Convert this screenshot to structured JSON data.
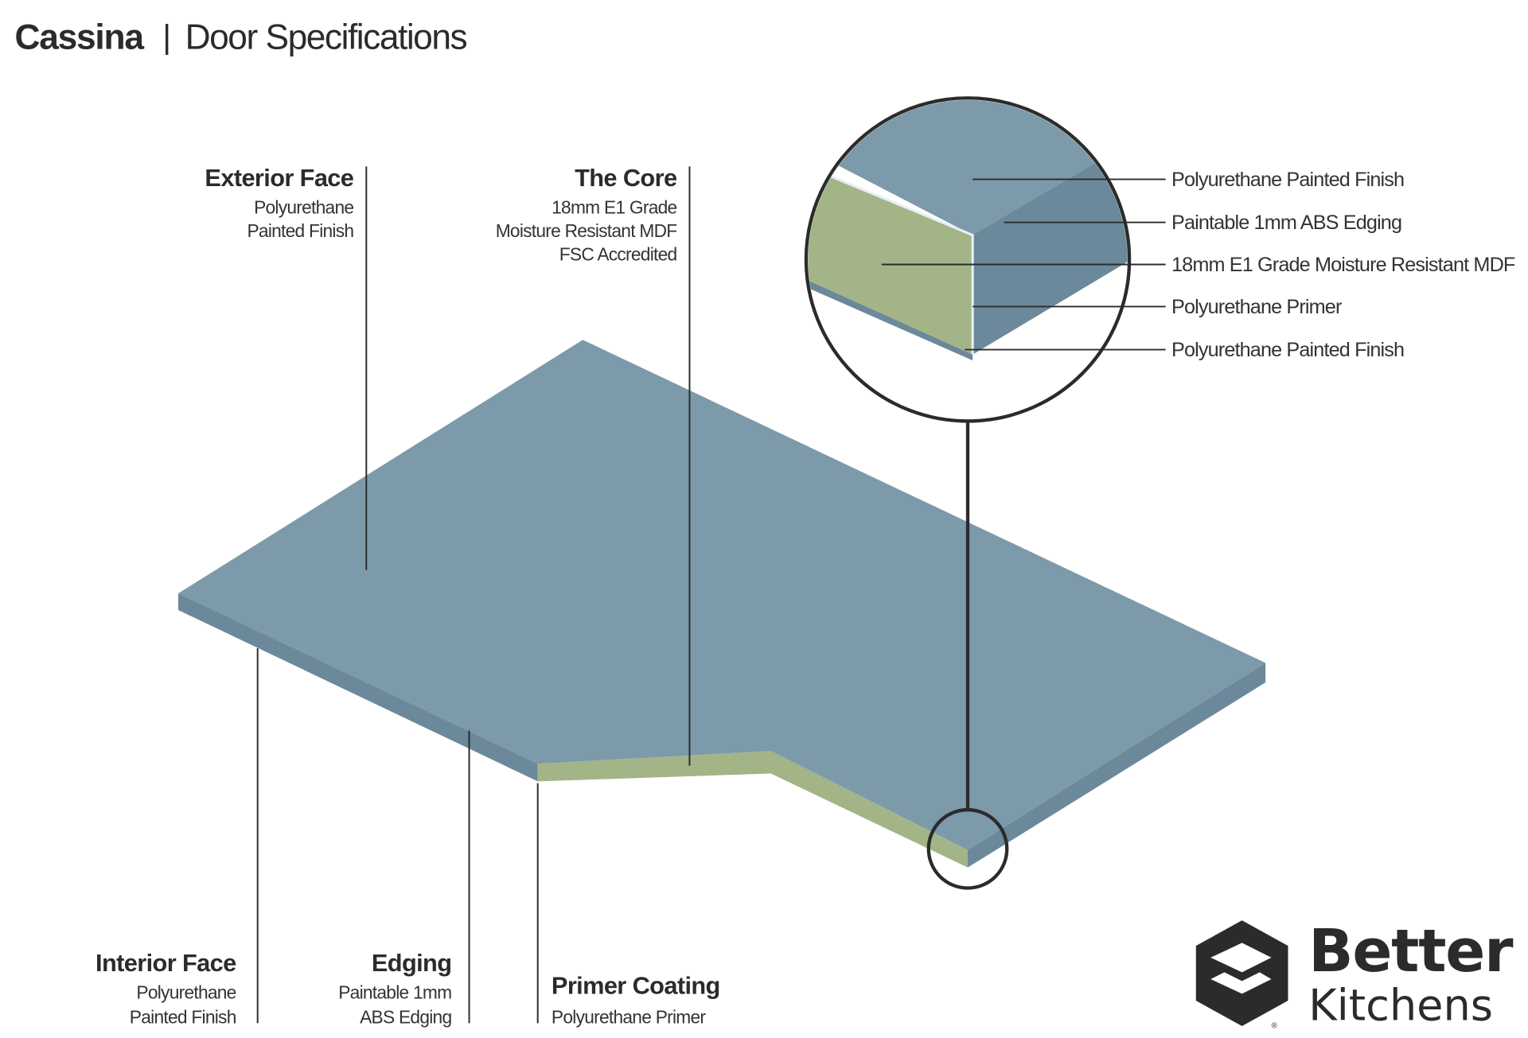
{
  "header": {
    "brand": "Cassina",
    "separator": "|",
    "title": "Door Specifications"
  },
  "labels": {
    "exterior": {
      "title": "Exterior Face",
      "lines": [
        "Polyurethane",
        "Painted Finish"
      ]
    },
    "core": {
      "title": "The Core",
      "lines": [
        "18mm E1 Grade",
        "Moisture Resistant MDF",
        "FSC Accredited"
      ]
    },
    "interior": {
      "title": "Interior Face",
      "lines": [
        "Polyurethane",
        "Painted Finish"
      ]
    },
    "edging": {
      "title": "Edging",
      "lines": [
        "Paintable 1mm",
        "ABS Edging"
      ]
    },
    "primer": {
      "title": "Primer Coating",
      "lines": [
        "Polyurethane Primer"
      ]
    }
  },
  "callouts": [
    "Polyurethane Painted Finish",
    "Paintable 1mm ABS Edging",
    "18mm E1 Grade Moisture Resistant MDF",
    "Polyurethane Primer",
    "Polyurethane Painted Finish"
  ],
  "logo": {
    "line1": "Better",
    "line2": "Kitchens",
    "mark": "®"
  },
  "colors": {
    "face": "#7d9aaa",
    "side": "#6b899a",
    "core": "#a3b487",
    "ink": "#2b2b2b"
  }
}
